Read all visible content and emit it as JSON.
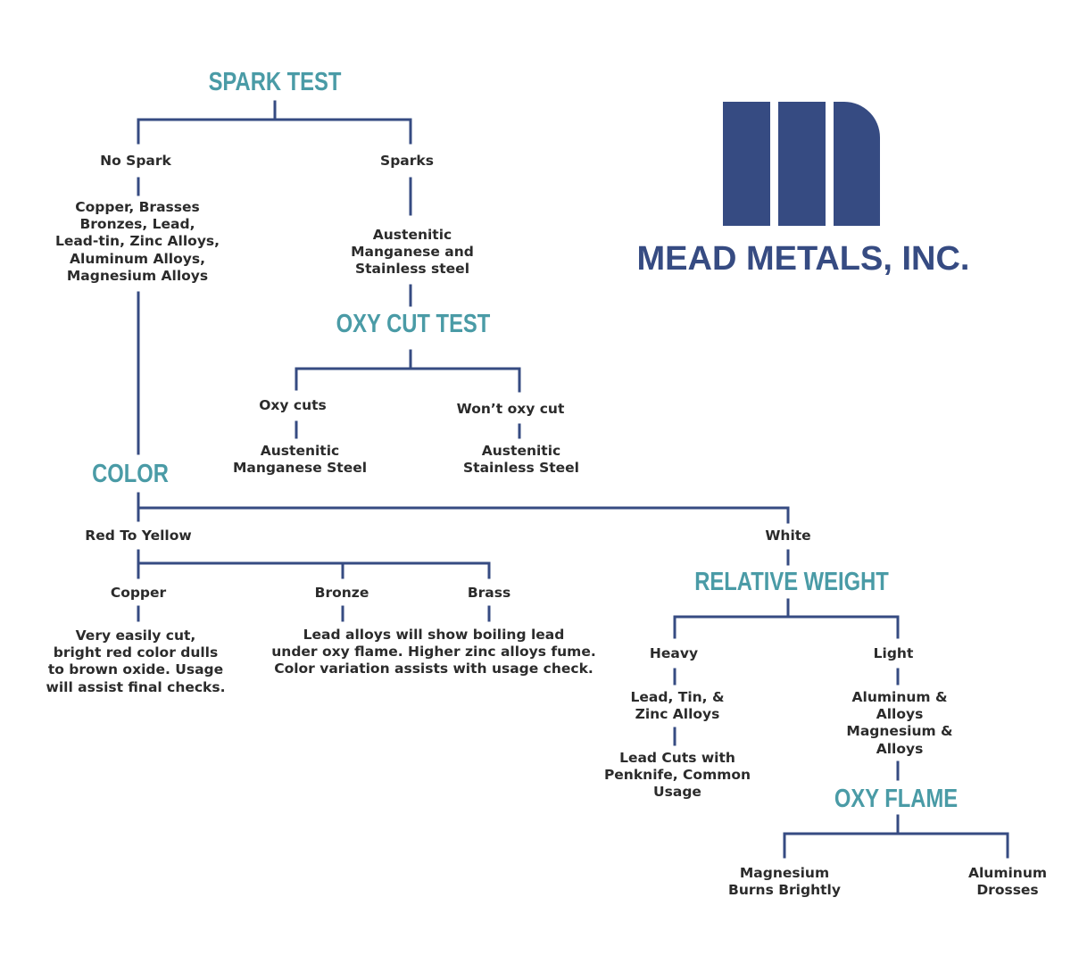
{
  "colors": {
    "heading": "#4a9ba6",
    "line": "#364b82",
    "text": "#2b2b2b",
    "brand": "#364b82"
  },
  "logo": {
    "company_name": "MEAD METALS, INC."
  },
  "headings": {
    "spark_test": "SPARK TEST",
    "oxy_cut_test": "OXY CUT TEST",
    "color": "COLOR",
    "relative_weight": "RELATIVE WEIGHT",
    "oxy_flame": "OXY FLAME"
  },
  "spark_test": {
    "no_spark": "No Spark",
    "no_spark_result": "Copper, Brasses\nBronzes, Lead,\nLead-tin, Zinc Alloys,\nAluminum Alloys,\nMagnesium Alloys",
    "sparks": "Sparks",
    "sparks_result": "Austenitic\nManganese and\nStainless steel"
  },
  "oxy_cut_test": {
    "oxy_cuts": "Oxy cuts",
    "oxy_cuts_result": "Austenitic\nManganese Steel",
    "wont_oxy_cut": "Won’t oxy cut",
    "wont_oxy_cut_result": "Austenitic\nStainless Steel"
  },
  "color": {
    "red_to_yellow": "Red To Yellow",
    "white": "White",
    "copper": "Copper",
    "copper_result": "Very easily cut,\nbright red color dulls\nto brown oxide. Usage\nwill assist final checks.",
    "bronze": "Bronze",
    "brass": "Brass",
    "bronze_brass_result": "Lead alloys will show boiling lead\nunder oxy flame. Higher zinc alloys fume.\nColor variation assists with usage check."
  },
  "relative_weight": {
    "heavy": "Heavy",
    "heavy_result": "Lead, Tin, &\nZinc Alloys",
    "heavy_detail": "Lead Cuts with\nPenknife, Common\nUsage",
    "light": "Light",
    "light_result": "Aluminum &\nAlloys\nMagnesium &\nAlloys"
  },
  "oxy_flame": {
    "magnesium": "Magnesium\nBurns Brightly",
    "aluminum": "Aluminum\nDrosses"
  }
}
